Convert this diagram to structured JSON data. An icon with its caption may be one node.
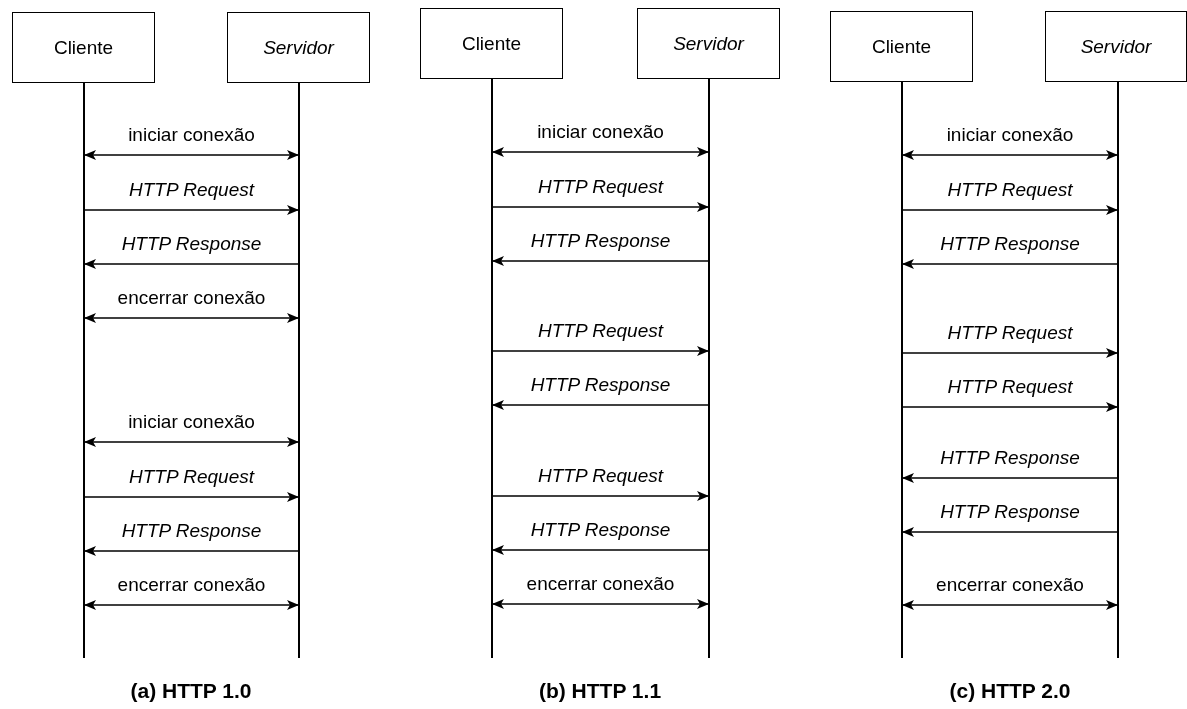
{
  "diagram": {
    "nodes": [
      {
        "text": [
          "Cliente"
        ]
      },
      {
        "text": [
          "Servidor"
        ]
      },
      {
        "text": [],
        "shape": "bar"
      },
      {
        "text": [],
        "shape": "bar"
      },
      {
        "text": [
          "Cliente"
        ]
      },
      {
        "text": [
          "Servidor"
        ]
      },
      {
        "text": [],
        "shape": "bar"
      },
      {
        "text": [],
        "shape": "bar"
      },
      {
        "text": [
          "Cliente"
        ]
      },
      {
        "text": [
          "Servidor"
        ]
      },
      {
        "text": [],
        "shape": "bar"
      },
      {
        "text": [],
        "shape": "bar"
      }
    ],
    "edges": [
      {
        "from": 2,
        "to": 3,
        "arrow": "both",
        "label": "iniciar conexão"
      },
      {
        "from": 2,
        "to": 3,
        "arrow": "to",
        "label": "HTTP Request"
      },
      {
        "from": 3,
        "to": 2,
        "arrow": "to",
        "label": "HTTP Response"
      },
      {
        "from": 2,
        "to": 3,
        "arrow": "both",
        "label": "encerrar conexão"
      },
      {
        "from": 2,
        "to": 3,
        "arrow": "both",
        "label": "iniciar conexão"
      },
      {
        "from": 2,
        "to": 3,
        "arrow": "to",
        "label": "HTTP Request"
      },
      {
        "from": 3,
        "to": 2,
        "arrow": "to",
        "label": "HTTP Response"
      },
      {
        "from": 2,
        "to": 3,
        "arrow": "both",
        "label": "encerrar conexão"
      },
      {
        "from": 6,
        "to": 7,
        "arrow": "both",
        "label": "iniciar conexão"
      },
      {
        "from": 6,
        "to": 7,
        "arrow": "to",
        "label": "HTTP Request"
      },
      {
        "from": 7,
        "to": 6,
        "arrow": "to",
        "label": "HTTP Response"
      },
      {
        "from": 6,
        "to": 7,
        "arrow": "to",
        "label": "HTTP Request"
      },
      {
        "from": 7,
        "to": 6,
        "arrow": "to",
        "label": "HTTP Response"
      },
      {
        "from": 6,
        "to": 7,
        "arrow": "to",
        "label": "HTTP Request"
      },
      {
        "from": 7,
        "to": 6,
        "arrow": "to",
        "label": "HTTP Response"
      },
      {
        "from": 6,
        "to": 7,
        "arrow": "both",
        "label": "encerrar conexão"
      },
      {
        "from": 10,
        "to": 11,
        "arrow": "both",
        "label": "iniciar conexão"
      },
      {
        "from": 10,
        "to": 11,
        "arrow": "to",
        "label": "HTTP Request"
      },
      {
        "from": 11,
        "to": 10,
        "arrow": "to",
        "label": "HTTP Response"
      },
      {
        "from": 10,
        "to": 11,
        "arrow": "to",
        "label": "HTTP Request"
      },
      {
        "from": 10,
        "to": 11,
        "arrow": "to",
        "label": "HTTP Request"
      },
      {
        "from": 11,
        "to": 10,
        "arrow": "to",
        "label": "HTTP Response"
      },
      {
        "from": 11,
        "to": 10,
        "arrow": "to",
        "label": "HTTP Response"
      },
      {
        "from": 10,
        "to": 11,
        "arrow": "both",
        "label": "encerrar conexão"
      }
    ],
    "labels": [
      "(a) HTTP 1.0",
      "(b) HTTP 1.1",
      "(c) HTTP 2.0"
    ]
  }
}
